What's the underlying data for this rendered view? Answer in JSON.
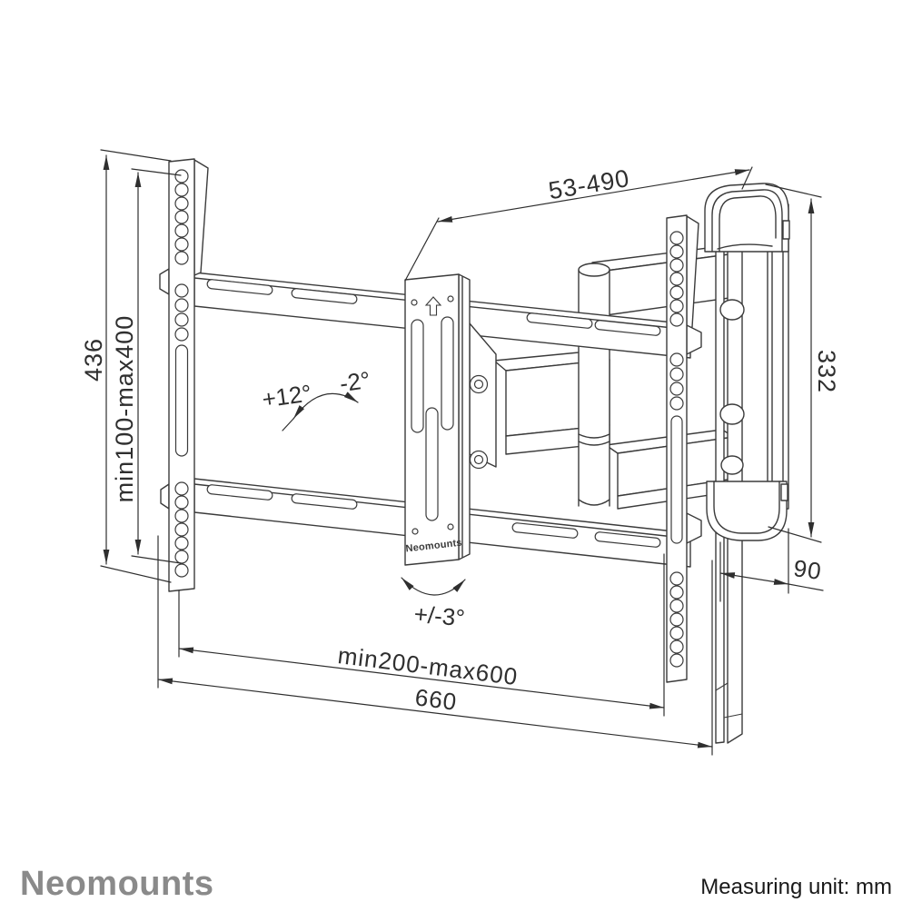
{
  "page": {
    "background": "#ffffff",
    "line_color": "#3b3b3b"
  },
  "drawing": {
    "plate_brand": "Neomounts",
    "dimensions": {
      "total_height": "436",
      "vesa_vertical": "min100-max400",
      "extension": "53-490",
      "wall_plate_height": "332",
      "wall_depth": "90",
      "vesa_horizontal": "min200-max600",
      "total_width": "660"
    },
    "angles": {
      "tilt_forward": "+12°",
      "tilt_backward": "-2°",
      "level_adjust": "+/-3°"
    }
  },
  "footer": {
    "brand": "Neomounts",
    "brand_color": "#8a8a8a",
    "note": "Measuring unit: mm",
    "note_color": "#1a1a1a"
  }
}
